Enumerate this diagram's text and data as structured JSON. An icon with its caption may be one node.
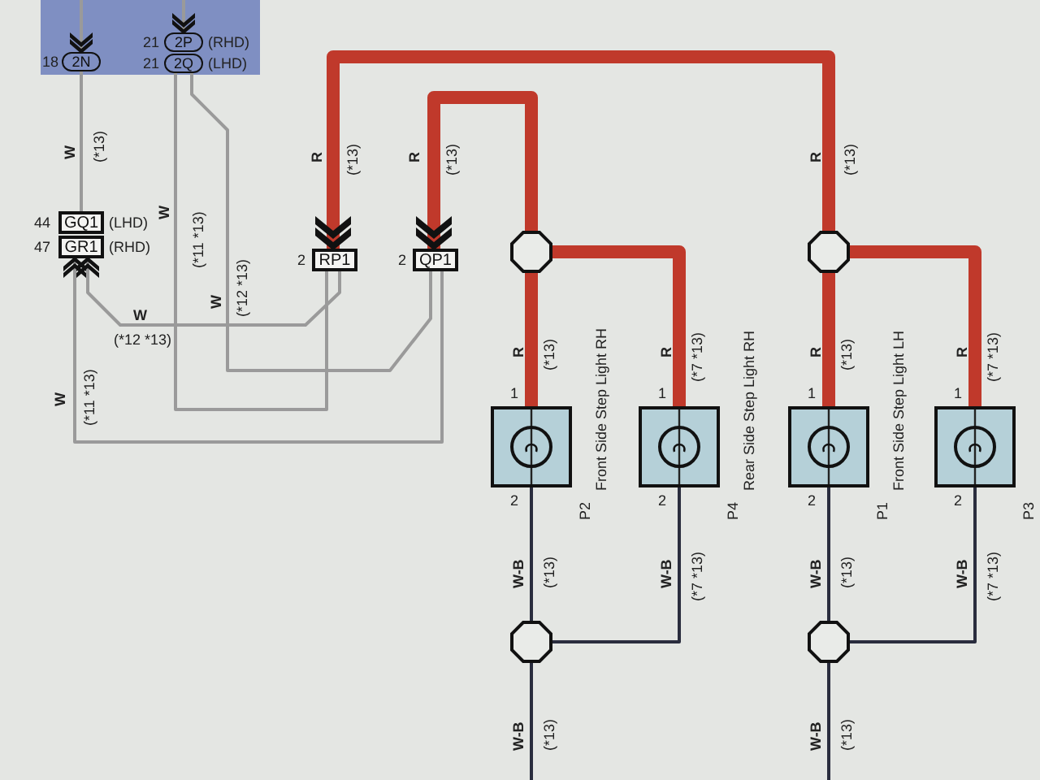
{
  "diagram": {
    "nodes": [
      {
        "text": [],
        "shape": "box"
      },
      {
        "text": [
          "2N"
        ],
        "beside": [
          "18"
        ],
        "in": 0
      },
      {
        "text": [
          "2P"
        ],
        "beside": [
          "21",
          "(RHD)"
        ],
        "in": 0
      },
      {
        "text": [
          "2Q"
        ],
        "beside": [
          "21",
          "(LHD)"
        ],
        "in": 0
      },
      {
        "text": [
          "GQ1"
        ],
        "beside": [
          "44",
          "(LHD)"
        ]
      },
      {
        "text": [
          "GR1"
        ],
        "beside": [
          "47",
          "(RHD)"
        ]
      },
      {
        "text": [
          "RP1"
        ],
        "beside": [
          "2"
        ]
      },
      {
        "text": [
          "QP1"
        ],
        "beside": [
          "2"
        ]
      },
      {
        "text": [],
        "shape": "octagon"
      },
      {
        "text": [],
        "shape": "octagon"
      },
      {
        "text": [],
        "shape": "box",
        "beside": [
          "1",
          "2",
          "P2",
          "Front Side Step Light RH"
        ]
      },
      {
        "text": [],
        "shape": "box",
        "beside": [
          "1",
          "2",
          "P4",
          "Rear Side Step Light RH"
        ]
      },
      {
        "text": [],
        "shape": "box",
        "beside": [
          "1",
          "2",
          "P1",
          "Front Side Step Light LH"
        ]
      },
      {
        "text": [],
        "shape": "box",
        "beside": [
          "1",
          "2",
          "P3"
        ]
      },
      {
        "text": [],
        "shape": "octagon"
      },
      {
        "text": [],
        "shape": "octagon"
      }
    ],
    "edges": [
      {
        "from": null,
        "to": 1,
        "arrow": "to"
      },
      {
        "from": null,
        "to": 2,
        "arrow": "to"
      },
      {
        "from": 1,
        "to": 4,
        "arrow": "none",
        "label": "W"
      },
      {
        "from": 3,
        "to": 6,
        "arrow": "none",
        "label": "W"
      },
      {
        "from": 3,
        "to": 7,
        "arrow": "none",
        "label": "W"
      },
      {
        "from": 6,
        "to": 5,
        "arrow": "to",
        "label": "W"
      },
      {
        "from": 7,
        "to": 5,
        "arrow": "to",
        "label": "W"
      },
      {
        "from": 9,
        "to": 6,
        "arrow": "to",
        "label": "R",
        "style": "thick",
        "color": "#c0392b"
      },
      {
        "from": 8,
        "to": 7,
        "arrow": "to",
        "label": "R",
        "style": "thick",
        "color": "#c0392b"
      },
      {
        "from": 8,
        "to": 10,
        "arrow": "none",
        "label": "R",
        "style": "thick",
        "color": "#c0392b"
      },
      {
        "from": 8,
        "to": 11,
        "arrow": "none",
        "label": "R",
        "style": "thick",
        "color": "#c0392b"
      },
      {
        "from": 9,
        "to": 12,
        "arrow": "none",
        "label": "R",
        "style": "thick",
        "color": "#c0392b"
      },
      {
        "from": 9,
        "to": 13,
        "arrow": "none",
        "label": "R",
        "style": "thick",
        "color": "#c0392b"
      },
      {
        "from": 10,
        "to": 14,
        "arrow": "none",
        "label": "W-B",
        "color": "#2a2d3e"
      },
      {
        "from": 11,
        "to": 14,
        "arrow": "none",
        "label": "W-B",
        "color": "#2a2d3e"
      },
      {
        "from": 14,
        "to": null,
        "arrow": "none",
        "label": "W-B",
        "color": "#2a2d3e"
      },
      {
        "from": 12,
        "to": 15,
        "arrow": "none",
        "label": "W-B",
        "color": "#2a2d3e"
      },
      {
        "from": 13,
        "to": 15,
        "arrow": "none",
        "label": "W-B",
        "color": "#2a2d3e"
      },
      {
        "from": 15,
        "to": null,
        "arrow": "none",
        "label": "W-B",
        "color": "#2a2d3e"
      }
    ],
    "labels": [
      "(*13)",
      "(*11 *13)",
      "(*12 *13)",
      "(*13)",
      "(*13)",
      "R",
      "(*13)",
      "(*12 *13)",
      "(*11 *13)",
      "(*13)",
      "(*7 *13)",
      "(*13)",
      "(*7 *13)",
      "(*13)",
      "(*7 *13)",
      "(*13)",
      "(*7 *13)",
      "(*13)",
      "(*13)"
    ]
  }
}
